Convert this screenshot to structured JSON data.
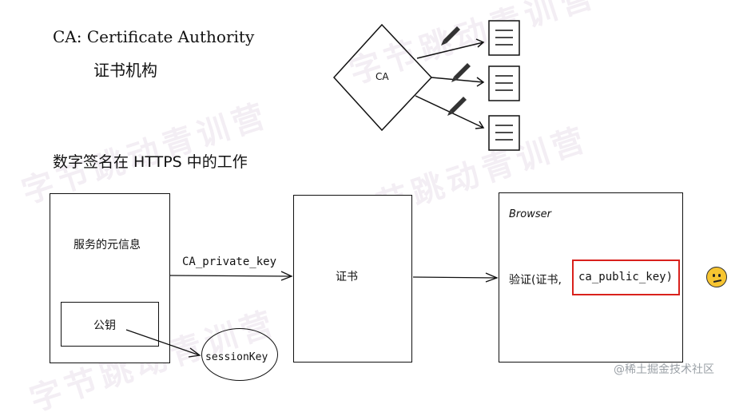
{
  "header": {
    "title_en": "CA: Certificate Authority",
    "title_cn": "证书机构"
  },
  "ca_diagram": {
    "ca_label": "CA"
  },
  "section": {
    "title": "数字签名在 HTTPS 中的工作"
  },
  "server": {
    "label": "服务的元信息",
    "pubkey_label": "公钥"
  },
  "flow": {
    "arrow_label": "CA_private_key"
  },
  "certificate": {
    "label": "证书"
  },
  "browser": {
    "title": "Browser",
    "verify_label": "验证(证书,",
    "highlight_text": "ca_public_key)",
    "highlight_color": "#d9211c"
  },
  "session": {
    "label": "sessionKey"
  },
  "footer": {
    "credit": "@稀土掘金技术社区"
  },
  "watermark": {
    "text": "字节跳动青训营"
  }
}
